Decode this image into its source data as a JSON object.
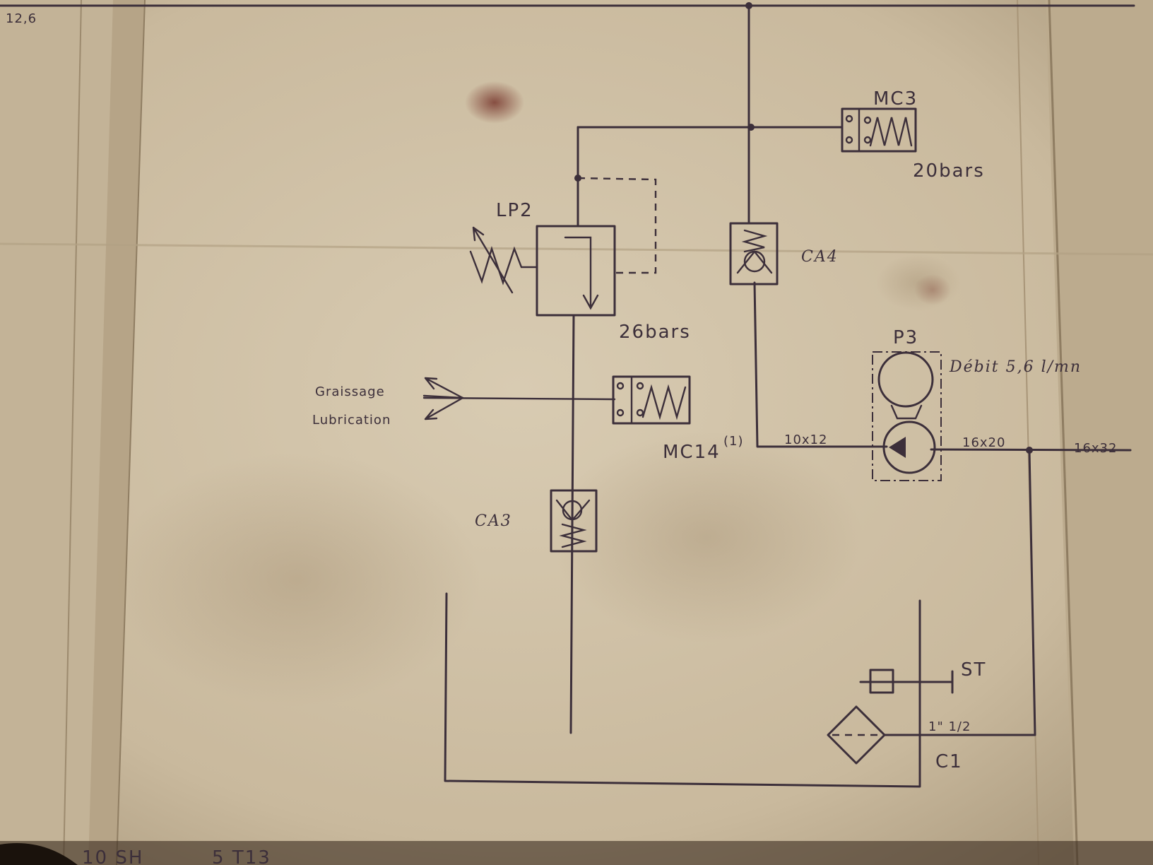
{
  "labels": {
    "corner": "12,6",
    "mc3": "MC3",
    "mc3_pressure": "20bars",
    "lp2": "LP2",
    "lp2_pressure": "26bars",
    "ca4": "CA4",
    "p3": "P3",
    "p3_flow": "Débit 5,6 l/mn",
    "graissage": "Graissage",
    "lubrication": "Lubrication",
    "mc14": "MC14",
    "mc14_note": "(1)",
    "pipe_suction": "10x12",
    "pipe_pressure": "16x20",
    "pipe_main": "16x32",
    "ca3": "CA3",
    "st": "ST",
    "c1": "C1",
    "port_size": "1\" 1/2",
    "bottom_left": "10 SH",
    "bottom_mid": "5 T13"
  },
  "colors": {
    "paper": "#cdbfa6",
    "ink": "#3c2f3a",
    "edge": "#2a1f16"
  }
}
